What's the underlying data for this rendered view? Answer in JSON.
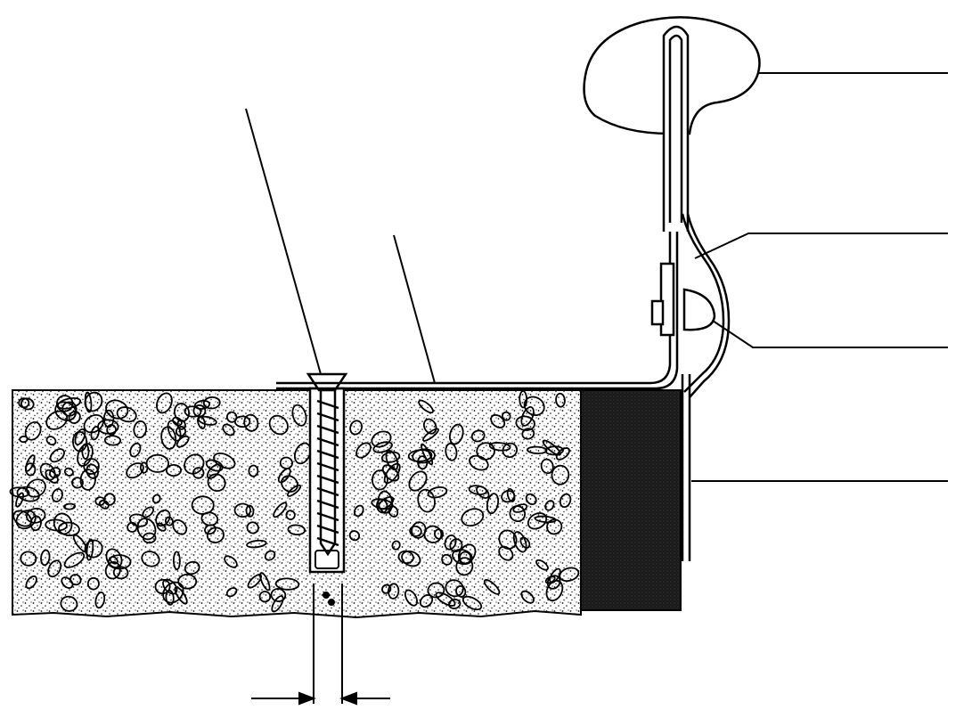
{
  "diagram": {
    "kind": "technical cross-section drawing (no printed text)",
    "colors": {
      "background": "#ffffff",
      "ink": "#000000",
      "stipple": "#111111",
      "dark_block": "#1a1a1a"
    },
    "callouts": [
      {
        "id": "screw-head-leader"
      },
      {
        "id": "base-flange-leader"
      },
      {
        "id": "bead-top-leader"
      },
      {
        "id": "upper-clip-leader"
      },
      {
        "id": "lower-clip-leader"
      },
      {
        "id": "vertical-strip-leader"
      }
    ],
    "dimension": {
      "id": "drill-hole-width",
      "label": ""
    }
  }
}
